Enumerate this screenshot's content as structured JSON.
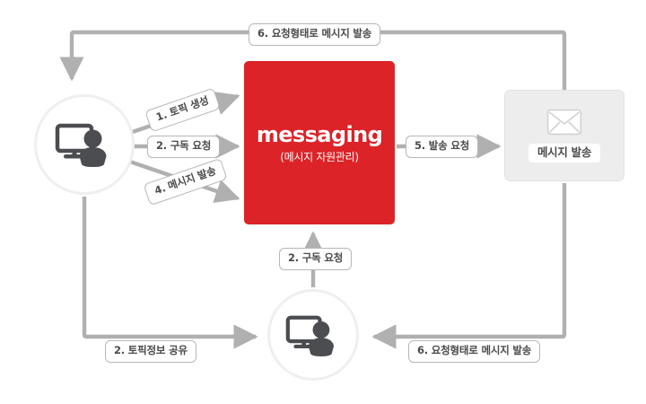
{
  "diagram": {
    "title": "messaging architecture flow",
    "colors": {
      "accent_red": "#dc2328",
      "line_grey": "#b0b0b0",
      "box_grey": "#ededed",
      "icon_dark": "#4b4d50",
      "label_text": "#4a4a4a"
    },
    "center_node": {
      "name": "messaging",
      "subtitle": "(메시지 자원관리)"
    },
    "right_node": {
      "icon": "envelope-icon",
      "caption": "메시지 발송"
    },
    "actors": {
      "top": {
        "icon": "user-monitor-icon"
      },
      "bottom": {
        "icon": "user-monitor-icon"
      }
    },
    "flows": [
      {
        "id": "top-return",
        "label": "6. 요청형태로 메시지 발송",
        "direction": "right-to-left"
      },
      {
        "id": "publish-topic",
        "label": "1. 토픽 생성",
        "direction": "left-to-right"
      },
      {
        "id": "subscribe-top",
        "label": "2. 구독 요청",
        "direction": "left-to-right"
      },
      {
        "id": "send-message",
        "label": "4. 메시지 발송",
        "direction": "left-to-right"
      },
      {
        "id": "dispatch-request",
        "label": "5. 발송 요청",
        "direction": "left-to-right"
      },
      {
        "id": "subscribe-bottom",
        "label": "2. 구독 요청",
        "direction": "bottom-to-top"
      },
      {
        "id": "share-topic-info",
        "label": "2. 토픽정보 공유",
        "direction": "left-to-right"
      },
      {
        "id": "bottom-return",
        "label": "6. 요청형태로 메시지 발송",
        "direction": "right-to-left"
      }
    ]
  }
}
